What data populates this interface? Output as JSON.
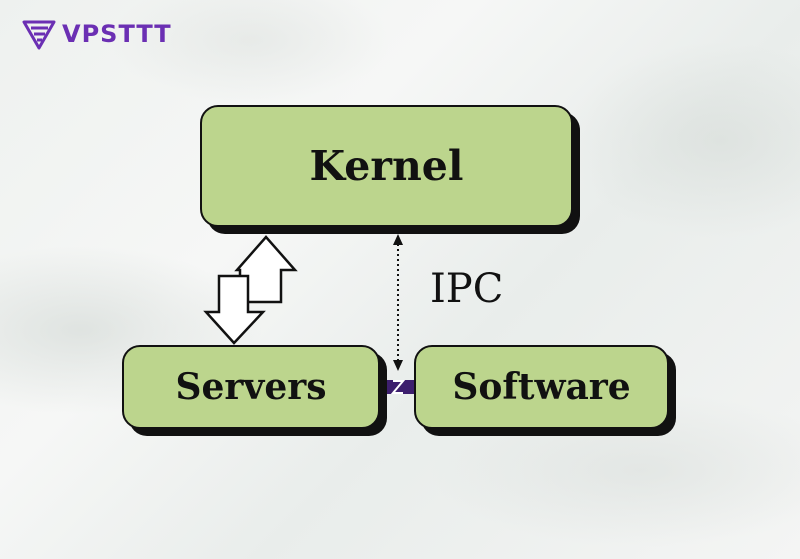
{
  "logo": {
    "text": "VPSTTT",
    "icon": "vpsttt-logo-icon",
    "color": "#6b2fb3"
  },
  "nodes": {
    "kernel": "Kernel",
    "servers": "Servers",
    "software": "Software"
  },
  "edges": {
    "ipc_label": "IPC"
  },
  "colors": {
    "node_fill": "#bcd58d",
    "node_border": "#111111",
    "connector": "#3d1f6e"
  }
}
